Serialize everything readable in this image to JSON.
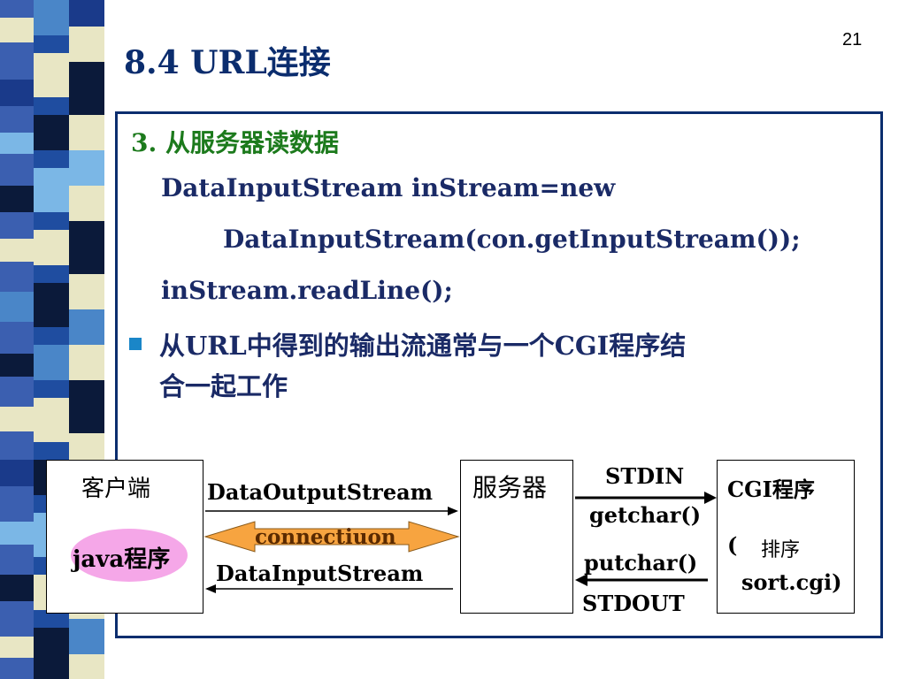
{
  "page_number": "21",
  "title": "8.4 URL连接",
  "content": {
    "step_heading": "3. 从服务器读数据",
    "code_lines": [
      "DataInputStream inStream=new",
      "DataInputStream(con.getInputStream());",
      "inStream.readLine();"
    ],
    "bullet_line1": "从URL中得到的输出流通常与一个CGI程序结",
    "bullet_line2": "合一起工作"
  },
  "diagram": {
    "client_label": "客户端",
    "java_program": "java程序",
    "output_stream": "DataOutputStream",
    "connection": "connectiuon",
    "input_stream": "DataInputStream",
    "server_label": "服务器",
    "stdin": "STDIN",
    "getchar": "getchar()",
    "putchar": "putchar()",
    "stdout": "STDOUT",
    "cgi_label": "CGI程序",
    "sort_paren_open": "(",
    "sort_cn": "排序",
    "sort_file": "sort.cgi)"
  },
  "colors": {
    "title": "#0b2d6e",
    "heading_green": "#1c7a1c",
    "code_text": "#1a2a66",
    "bullet": "#1a86c8",
    "connection_fill": "#f7a440",
    "java_fill": "#f5a7e8"
  }
}
